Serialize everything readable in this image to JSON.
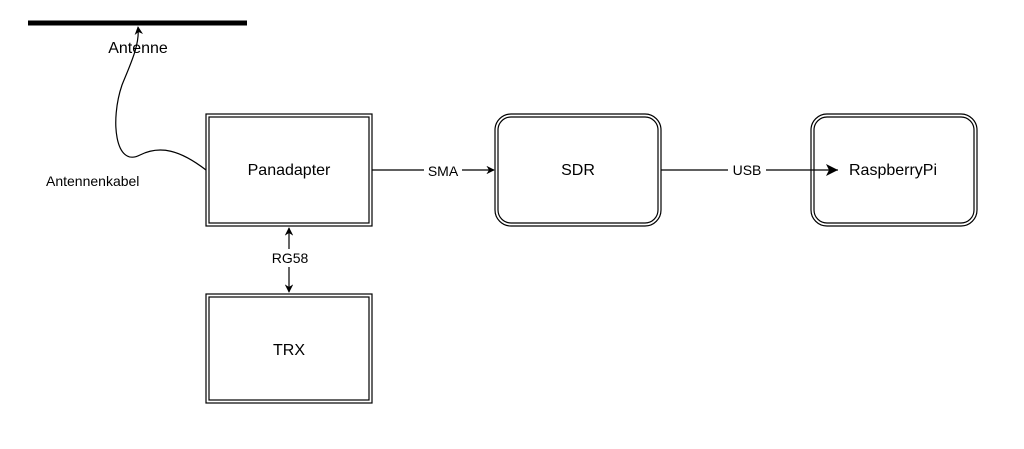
{
  "diagram": {
    "nodes": {
      "antenna": {
        "label": "Antenne"
      },
      "panadapter": {
        "label": "Panadapter"
      },
      "sdr": {
        "label": "SDR"
      },
      "raspberrypi": {
        "label": "RaspberryPi"
      },
      "trx": {
        "label": "TRX"
      }
    },
    "edges": {
      "antenna_cable": {
        "label": "Antennenkabel"
      },
      "sma": {
        "label": "SMA"
      },
      "usb": {
        "label": "USB"
      },
      "rg58": {
        "label": "RG58"
      }
    }
  },
  "colors": {
    "stroke": "#000000",
    "background": "#ffffff"
  }
}
